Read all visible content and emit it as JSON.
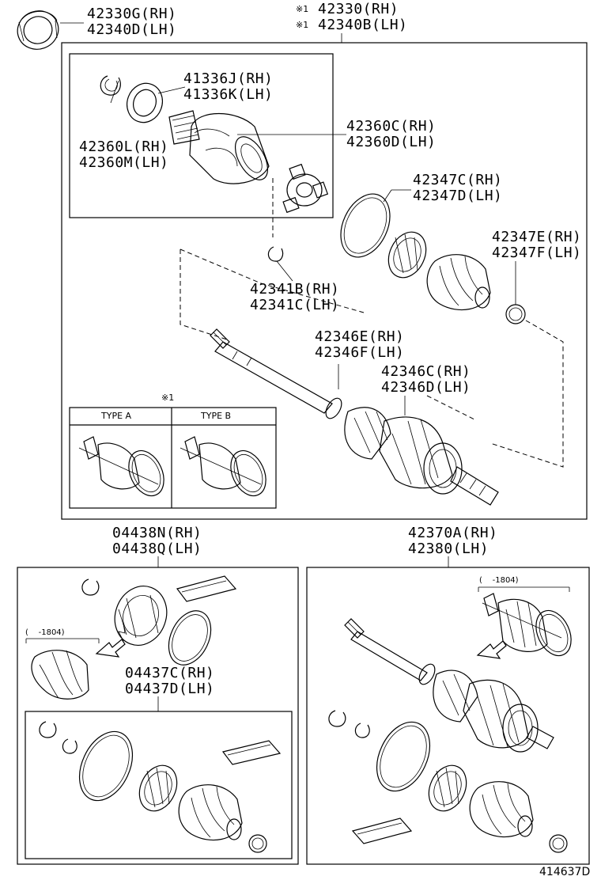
{
  "labels": {
    "p42330G": "42330G(RH)",
    "p42340D": "42340D(LH)",
    "p42330": "42330(RH)",
    "p42340B": "42340B(LH)",
    "mark_a": "※1",
    "mark_b": "※1",
    "p41336J": "41336J(RH)",
    "p41336K": "41336K(LH)",
    "p42360C": "42360C(RH)",
    "p42360D": "42360D(LH)",
    "p42360L": "42360L(RH)",
    "p42360M": "42360M(LH)",
    "p42347C": "42347C(RH)",
    "p42347D": "42347D(LH)",
    "p42347E": "42347E(RH)",
    "p42347F": "42347F(LH)",
    "p42341B": "42341B(RH)",
    "p42341C": "42341C(LH)",
    "p42346E": "42346E(RH)",
    "p42346F": "42346F(LH)",
    "p42346C": "42346C(RH)",
    "p42346D": "42346D(LH)",
    "type_mark": "※1",
    "type_a": "TYPE A",
    "type_b": "TYPE B",
    "p04438N": "04438N(RH)",
    "p04438Q": "04438Q(LH)",
    "p42370A": "42370A(RH)",
    "p42380": "42380(LH)",
    "p04437C": "04437C(RH)",
    "p04437D": "04437D(LH)",
    "range_left": "(    -1804)",
    "range_right": "(    -1804)",
    "figure_number": "414637D"
  }
}
